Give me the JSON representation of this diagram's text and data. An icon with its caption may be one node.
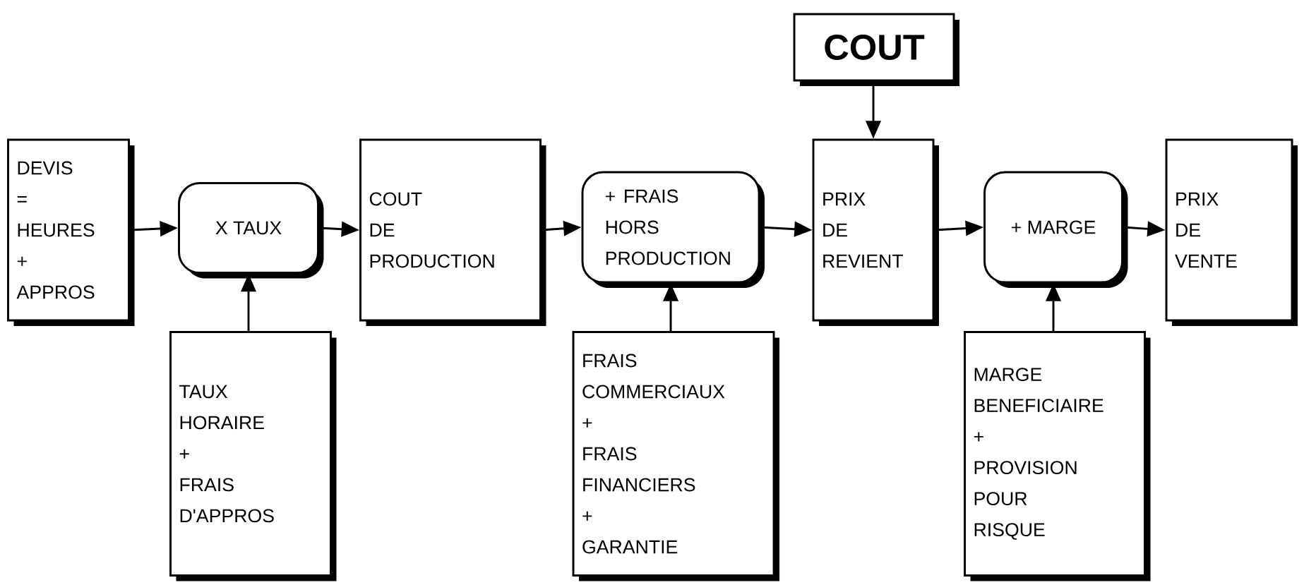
{
  "diagram": {
    "nodes": [
      {
        "text": [
          "DEVIS = HEURES + APPROS"
        ]
      },
      {
        "text": [
          "X TAUX"
        ]
      },
      {
        "text": [
          "TAUX HORAIRE + FRAIS D'APPROS"
        ]
      },
      {
        "text": [
          "COUT DE PRODUCTION"
        ]
      },
      {
        "text": [
          "+ FRAIS HORS PRODUCTION"
        ]
      },
      {
        "text": [
          "FRAIS COMMERCIAUX + FRAIS FINANCIERS + GARANTIE"
        ]
      },
      {
        "text": [
          "COUT"
        ]
      },
      {
        "text": [
          "PRIX DE REVIENT"
        ]
      },
      {
        "text": [
          "+ MARGE"
        ]
      },
      {
        "text": [
          "MARGE BENEFICIAIRE + PROVISION POUR RISQUE"
        ]
      },
      {
        "text": [
          "PRIX DE VENTE"
        ]
      }
    ],
    "edges": [
      {
        "from": 0,
        "to": 1,
        "arrow": "to"
      },
      {
        "from": 1,
        "to": 3,
        "arrow": "to"
      },
      {
        "from": 2,
        "to": 1,
        "arrow": "to"
      },
      {
        "from": 3,
        "to": 4,
        "arrow": "to"
      },
      {
        "from": 4,
        "to": 7,
        "arrow": "to"
      },
      {
        "from": 5,
        "to": 4,
        "arrow": "to"
      },
      {
        "from": 6,
        "to": 7,
        "arrow": "to"
      },
      {
        "from": 7,
        "to": 8,
        "arrow": "to"
      },
      {
        "from": 8,
        "to": 10,
        "arrow": "to"
      },
      {
        "from": 9,
        "to": 8,
        "arrow": "to"
      }
    ]
  }
}
